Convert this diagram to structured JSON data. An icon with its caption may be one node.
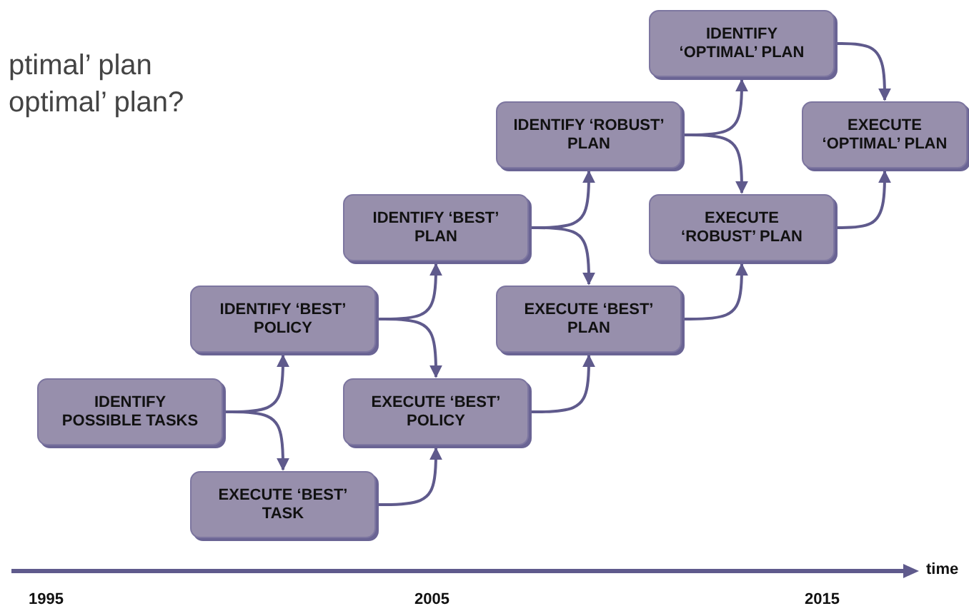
{
  "diagram": {
    "nodes": [
      {
        "text": [
          "IDENTIFY POSSIBLE TASKS"
        ]
      },
      {
        "text": [
          "IDENTIFY ‘BEST’ POLICY"
        ]
      },
      {
        "text": [
          "EXECUTE ‘BEST’ TASK"
        ]
      },
      {
        "text": [
          "IDENTIFY ‘BEST’ PLAN"
        ]
      },
      {
        "text": [
          "EXECUTE ‘BEST’ POLICY"
        ]
      },
      {
        "text": [
          "IDENTIFY ‘ROBUST’ PLAN"
        ]
      },
      {
        "text": [
          "EXECUTE ‘BEST’ PLAN"
        ]
      },
      {
        "text": [
          "IDENTIFY ‘OPTIMAL’ PLAN"
        ]
      },
      {
        "text": [
          "EXECUTE ‘ROBUST’ PLAN"
        ]
      },
      {
        "text": [
          "EXECUTE ‘OPTIMAL’ PLAN"
        ]
      }
    ],
    "edges": [
      {
        "from": 0,
        "to": 1,
        "arrow": "to"
      },
      {
        "from": 0,
        "to": 2,
        "arrow": "to"
      },
      {
        "from": 1,
        "to": 3,
        "arrow": "to"
      },
      {
        "from": 1,
        "to": 4,
        "arrow": "to"
      },
      {
        "from": 2,
        "to": 4,
        "arrow": "to"
      },
      {
        "from": 3,
        "to": 5,
        "arrow": "to"
      },
      {
        "from": 3,
        "to": 6,
        "arrow": "to"
      },
      {
        "from": 4,
        "to": 6,
        "arrow": "to"
      },
      {
        "from": 5,
        "to": 7,
        "arrow": "to"
      },
      {
        "from": 5,
        "to": 8,
        "arrow": "to"
      },
      {
        "from": 6,
        "to": 8,
        "arrow": "to"
      },
      {
        "from": 7,
        "to": 9,
        "arrow": "to"
      },
      {
        "from": 8,
        "to": 9,
        "arrow": "to"
      }
    ],
    "labels": [
      "ptimal’ plan",
      "optimal’ plan?",
      "1995",
      "2005",
      "2015",
      "time"
    ]
  }
}
